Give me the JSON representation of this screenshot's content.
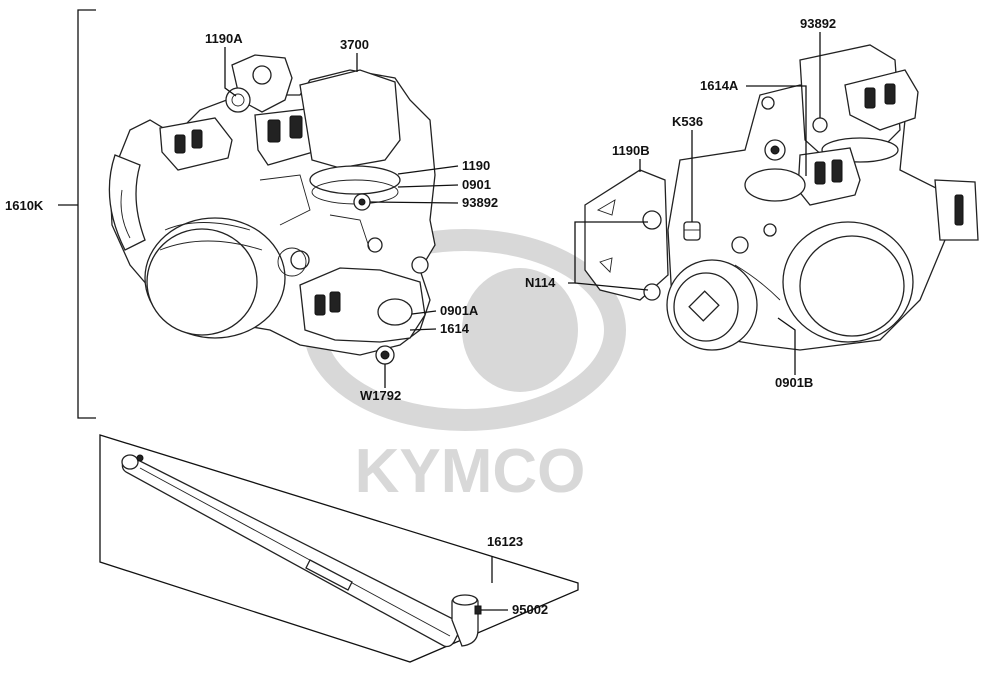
{
  "watermark": {
    "brand": "KYMCO",
    "color": "#d6d6d6"
  },
  "labels": {
    "assembly": "1610K",
    "l_1190A": "1190A",
    "l_3700": "3700",
    "l_1190": "1190",
    "l_0901": "0901",
    "l_93892_left": "93892",
    "l_0901A": "0901A",
    "l_1614": "1614",
    "l_W1792": "W1792",
    "l_93892_right": "93892",
    "l_1614A": "1614A",
    "l_K536": "K536",
    "l_1190B": "1190B",
    "l_N114": "N114",
    "l_0901B": "0901B",
    "l_16123": "16123",
    "l_95002": "95002"
  }
}
